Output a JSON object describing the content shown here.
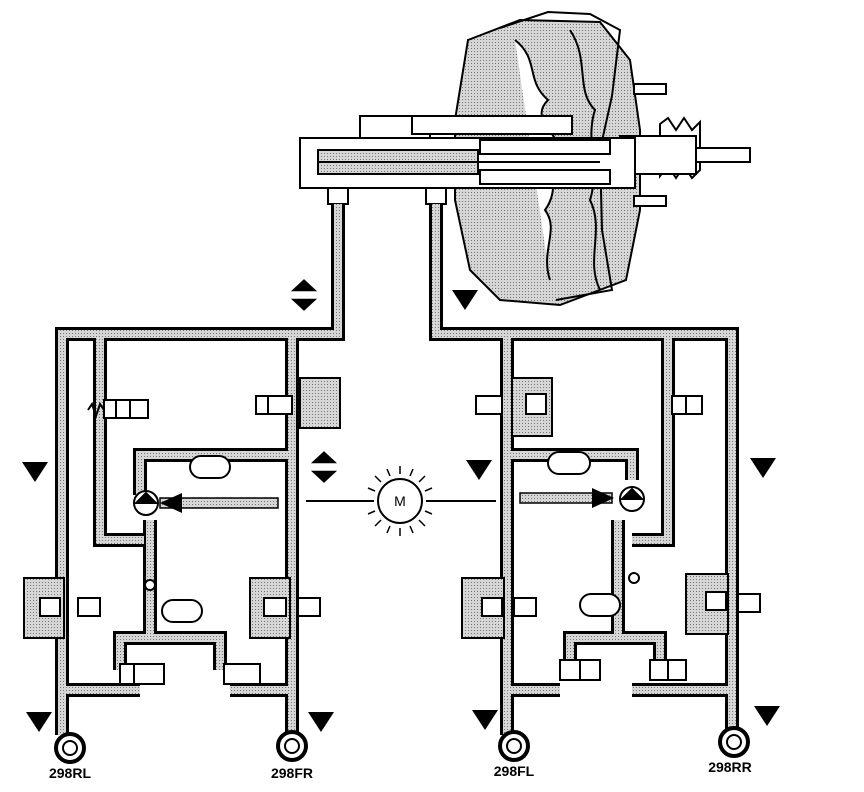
{
  "motor": {
    "label": "M"
  },
  "wheels": [
    {
      "label": "298RL"
    },
    {
      "label": "298FR"
    },
    {
      "label": "298FL"
    },
    {
      "label": "298RR"
    }
  ],
  "colors": {
    "line": "#000000",
    "fluid": "#b8b8b8",
    "background": "#ffffff"
  }
}
